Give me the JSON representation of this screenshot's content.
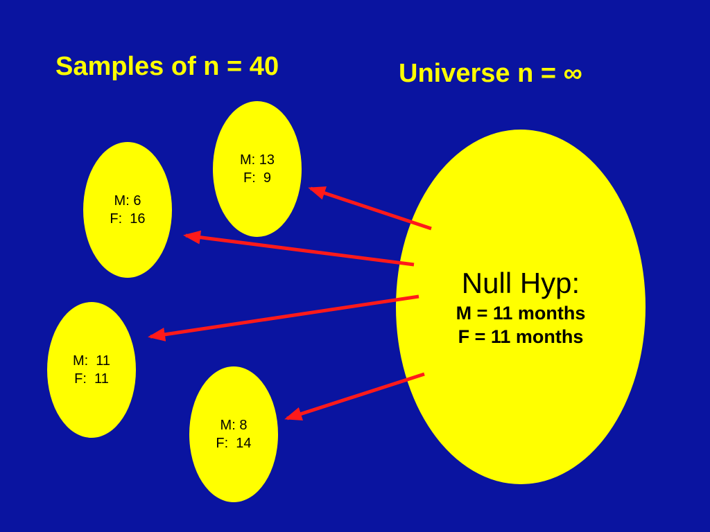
{
  "titles": {
    "samples": "Samples of n = 40",
    "universe": "Universe  n = ∞"
  },
  "samples": [
    {
      "m": "M: 13",
      "f": "F:  9"
    },
    {
      "m": "M: 6",
      "f": "F:  16"
    },
    {
      "m": "M:  11",
      "f": "F:  11"
    },
    {
      "m": "M: 8",
      "f": "F:  14"
    }
  ],
  "universe": {
    "heading": "Null Hyp:",
    "line_m": "M = 11 months",
    "line_f": "F = 11 months"
  },
  "colors": {
    "background": "#0a14a0",
    "ellipse": "#ffff00",
    "arrow": "#ff1a1a",
    "title": "#ffff00"
  }
}
